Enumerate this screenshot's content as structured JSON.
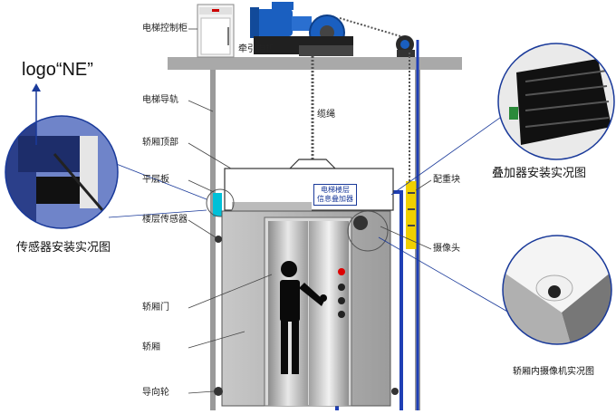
{
  "labels": {
    "control_cabinet": "电梯控制柜",
    "traction_motor": "牵引电机",
    "guide_rail": "电梯导轨",
    "rope": "缆绳",
    "car_top": "轿厢顶部",
    "leveling_plate": "平层板",
    "floor_sensor": "楼层传感器",
    "car_door": "轿厢门",
    "car": "轿厢",
    "guide_wheel": "导向轮",
    "counterweight": "配重块",
    "camera": "摄像头"
  },
  "overlay_box": {
    "line1": "电梯楼层",
    "line2": "信息叠加器"
  },
  "captions": {
    "logo": "logo“NE”",
    "sensor_photo": "传感器安装实况图",
    "overlay_photo": "叠加器安装实况图",
    "camera_photo": "轿厢内摄像机实况图"
  },
  "colors": {
    "shaft_blue": "#1f3fb5",
    "counterweight_yellow": "#f0d000",
    "cyan_accent": "#00c0d8",
    "callout_blue": "#1a3a9a",
    "machine_blue": "#1a5fc0",
    "car_gray": "#b8b8b8"
  }
}
